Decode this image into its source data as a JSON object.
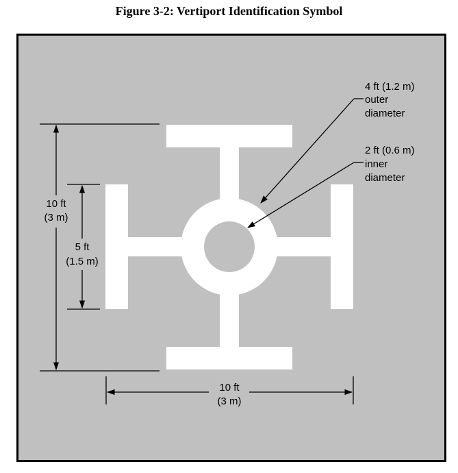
{
  "figure": {
    "title": "Figure 3-2: Vertiport Identification Symbol",
    "background_color": "#c0c0c0",
    "symbol_color": "#ffffff",
    "callouts": {
      "outer": {
        "size": "4 ft (1.2 m)",
        "line1": "outer",
        "line2": "diameter"
      },
      "inner": {
        "size": "2 ft (0.6 m)",
        "line1": "inner",
        "line2": "diameter"
      }
    },
    "dimensions": {
      "overall_height": {
        "ft": "10 ft",
        "m": "(3 m)"
      },
      "bar_height": {
        "ft": "5 ft",
        "m": "(1.5 m)"
      },
      "overall_width": {
        "ft": "10 ft",
        "m": "(3 m)"
      }
    }
  }
}
